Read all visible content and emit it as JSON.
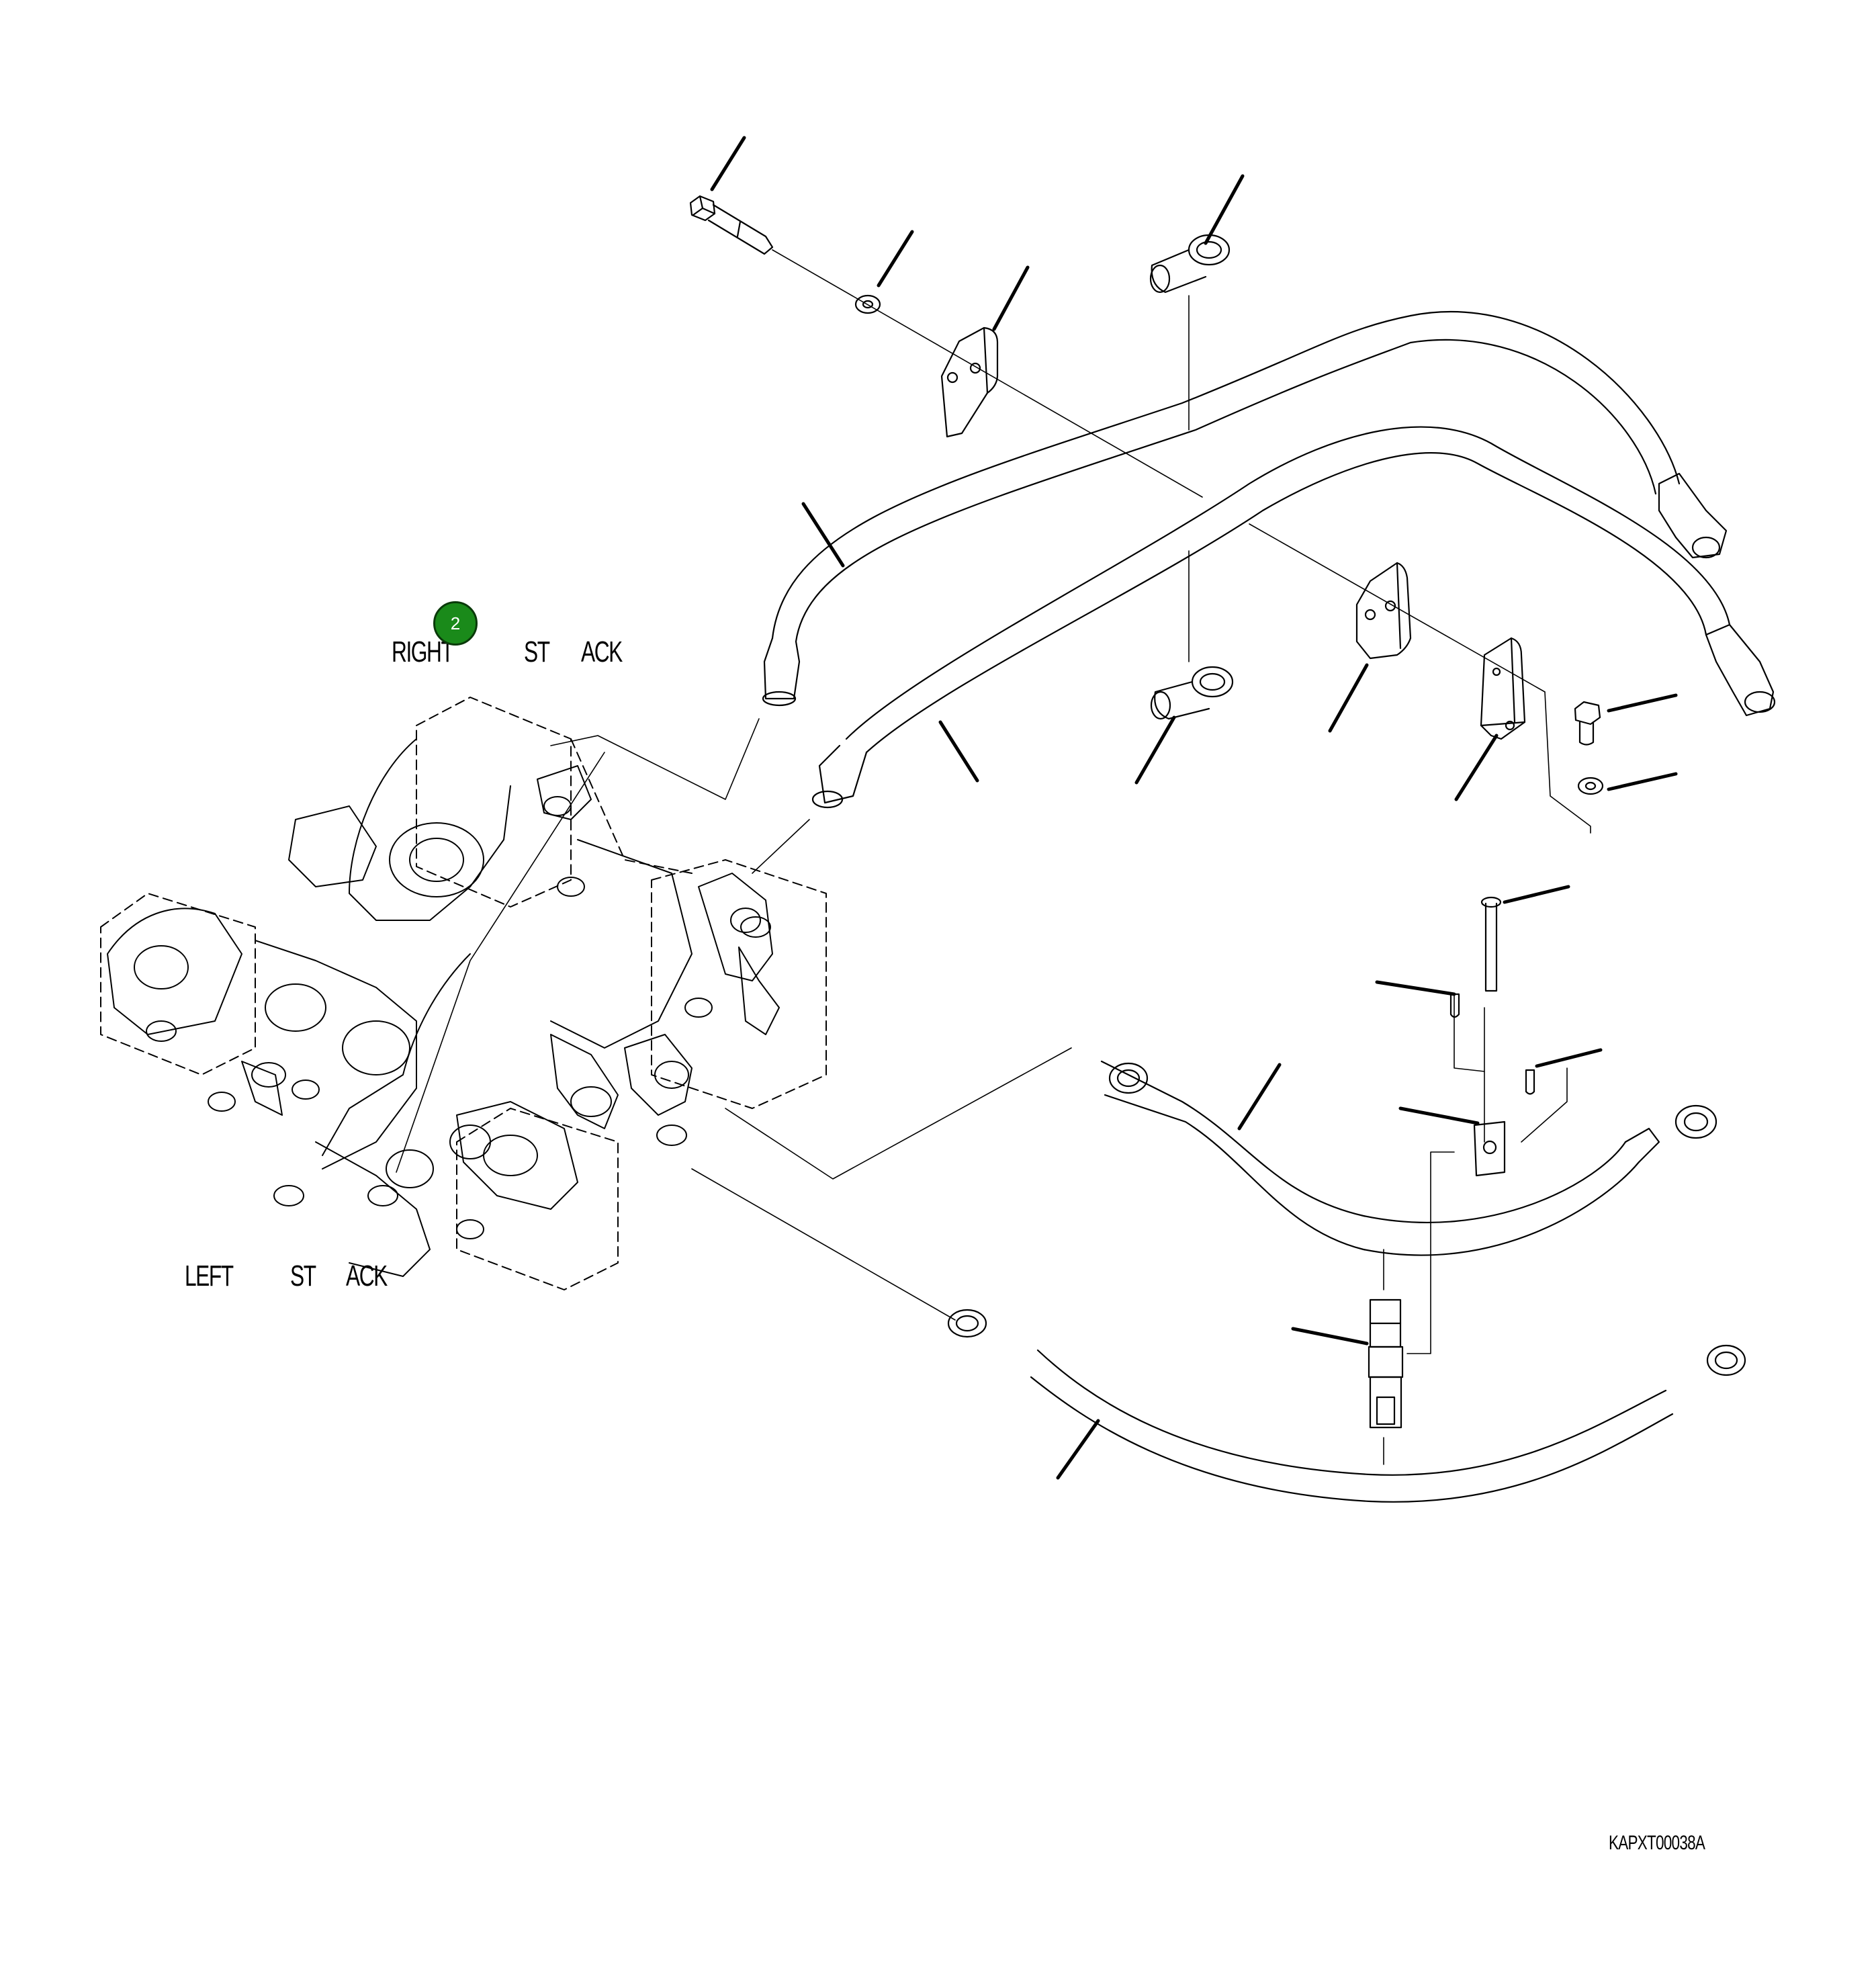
{
  "labels": {
    "right_stack": {
      "right": "RIGHT",
      "st": "ST",
      "ack": "ACK"
    },
    "left_stack": {
      "left": "LEFT",
      "st": "ST",
      "ack": "ACK"
    },
    "drawing_id": "KAPXT00038A"
  },
  "callout_badge": {
    "number": "2",
    "color": "#1a8a1a"
  },
  "colors": {
    "line": "#000000",
    "hidden_line": "#555555",
    "background": "#ffffff"
  }
}
